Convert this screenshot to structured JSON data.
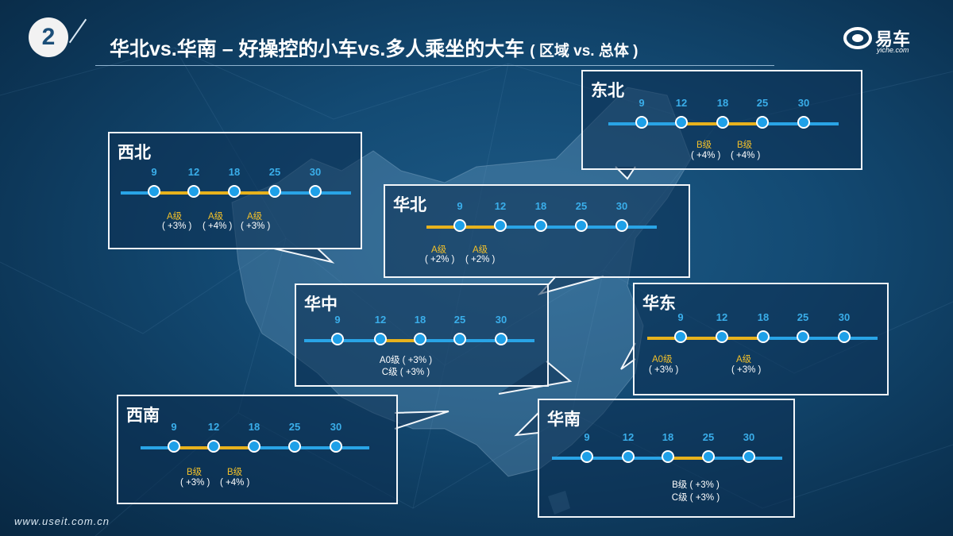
{
  "header": {
    "badge": "2",
    "title_main": "华北vs.华南 – 好操控的小车vs.多人乘坐的大车",
    "title_paren": "( 区域 vs. 总体 )"
  },
  "logo": {
    "cn": "易车",
    "en": "yiche.com"
  },
  "footer": {
    "url": "www.useit.com.cn"
  },
  "scale_ticks": [
    "9",
    "12",
    "18",
    "25",
    "30"
  ],
  "regions": {
    "dongbei": {
      "name": "东北",
      "labels": [
        "B级",
        "B级"
      ],
      "pcts": [
        "( +4% )",
        "( +4% )"
      ]
    },
    "xibei": {
      "name": "西北",
      "labels": [
        "A级",
        "A级",
        "A级"
      ],
      "pcts": [
        "( +3% )",
        "( +4% )",
        "( +3% )"
      ]
    },
    "huabei": {
      "name": "华北",
      "labels": [
        "A级",
        "A级"
      ],
      "pcts": [
        "( +2% )",
        "( +2% )"
      ]
    },
    "huazhong": {
      "name": "华中",
      "lines": [
        "A0级 ( +3% )",
        "C级 ( +3% )"
      ]
    },
    "huadong": {
      "name": "华东",
      "labels": [
        "A0级",
        "A级"
      ],
      "pcts": [
        "( +3% )",
        "( +3% )"
      ]
    },
    "xinan": {
      "name": "西南",
      "labels": [
        "B级",
        "B级"
      ],
      "pcts": [
        "( +3% )",
        "( +4% )"
      ]
    },
    "huanan": {
      "name": "华南",
      "lines": [
        "B级 ( +3% )",
        "C级 ( +3% )"
      ]
    }
  },
  "colors": {
    "accent": "#e7b21d",
    "line": "#29a4e6",
    "bg": "#134a73"
  }
}
